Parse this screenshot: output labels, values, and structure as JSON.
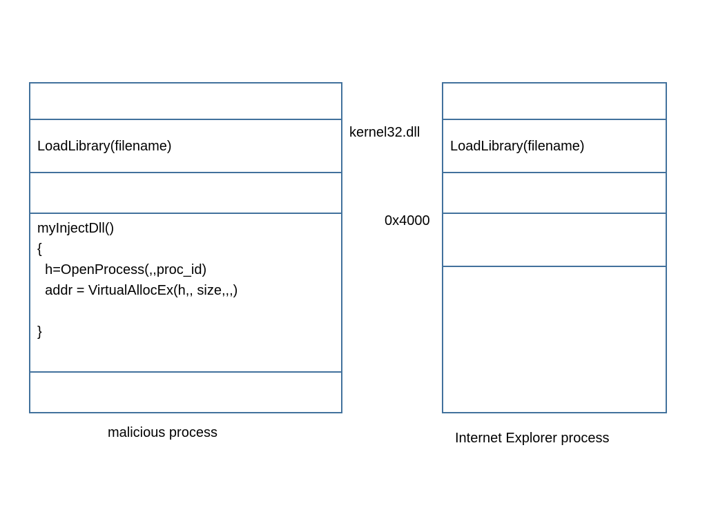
{
  "malicious_process": {
    "caption": "malicious process",
    "load_library": "LoadLibrary(filename)",
    "code": {
      "line1": "myInjectDll()",
      "line2": "{",
      "line3": "  h=OpenProcess(,,proc_id)",
      "line4": "  addr = VirtualAllocEx(h,, size,,,)",
      "line5": "",
      "line6": "}"
    }
  },
  "ie_process": {
    "caption": "Internet Explorer process",
    "load_library": "LoadLibrary(filename)"
  },
  "labels": {
    "kernel32": "kernel32.dll",
    "address": "0x4000"
  },
  "colors": {
    "box_border": "#41719c"
  }
}
